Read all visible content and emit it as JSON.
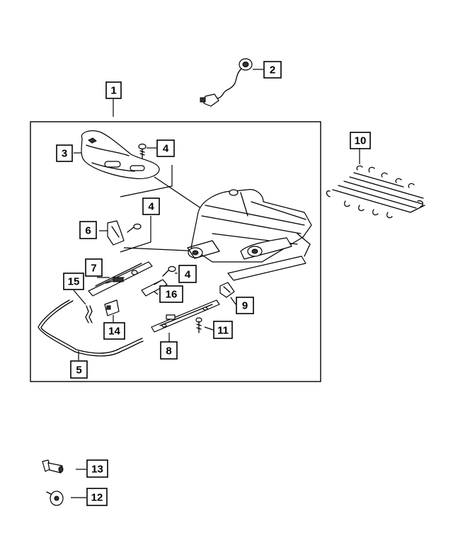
{
  "callouts": {
    "c1": "1",
    "c2": "2",
    "c3": "3",
    "c4a": "4",
    "c4b": "4",
    "c4c": "4",
    "c5": "5",
    "c6": "6",
    "c7": "7",
    "c8": "8",
    "c9": "9",
    "c10": "10",
    "c11": "11",
    "c12": "12",
    "c13": "13",
    "c14": "14",
    "c15": "15",
    "c16": "16"
  },
  "colors": {
    "line": "#000000",
    "background": "#ffffff",
    "shade": "#333333"
  }
}
